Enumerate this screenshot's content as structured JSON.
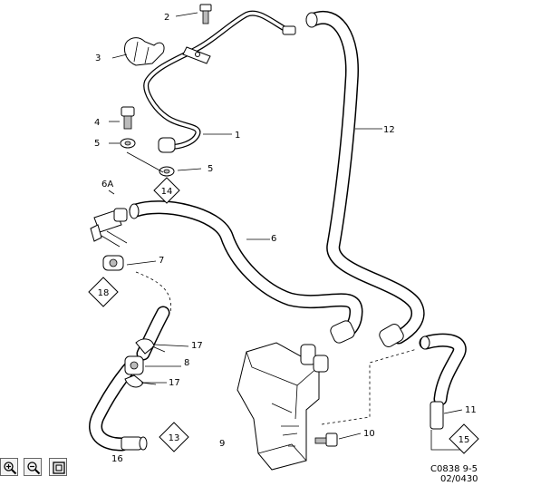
{
  "callouts": {
    "c1": "1",
    "c2": "2",
    "c3": "3",
    "c4": "4",
    "c5a": "5",
    "c5b": "5",
    "c6": "6",
    "c6a": "6A",
    "c7": "7",
    "c8": "8",
    "c9": "9",
    "c10": "10",
    "c11": "11",
    "c12": "12",
    "c16": "16",
    "c17a": "17",
    "c17b": "17"
  },
  "diamond_labels": {
    "d13": "13",
    "d14": "14",
    "d15": "15",
    "d18": "18"
  },
  "drawing_ref": {
    "line1": "C0838 9-5",
    "line2": "02/0430"
  },
  "toolbar": {
    "zoom_in_icon": "zoom-in-icon",
    "zoom_out_icon": "zoom-out-icon",
    "fit_icon": "fit-page-icon"
  }
}
